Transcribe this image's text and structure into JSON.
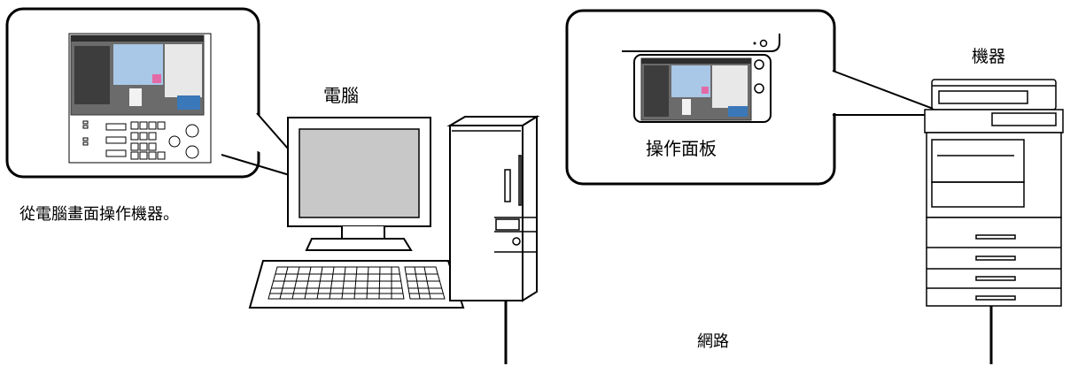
{
  "labels": {
    "computer": "電腦",
    "operation_panel": "操作面板",
    "machine": "機器",
    "caption": "從電腦畫面操作機器。",
    "network": "網路"
  },
  "colors": {
    "stroke": "#000000",
    "screen_fill": "#c8c8c8",
    "panel_screen_accent": "#a9c7e6",
    "panel_screen_pink": "#e36aa6"
  },
  "icons": [
    "computer-monitor",
    "keyboard",
    "pc-tower",
    "printer",
    "control-panel"
  ]
}
